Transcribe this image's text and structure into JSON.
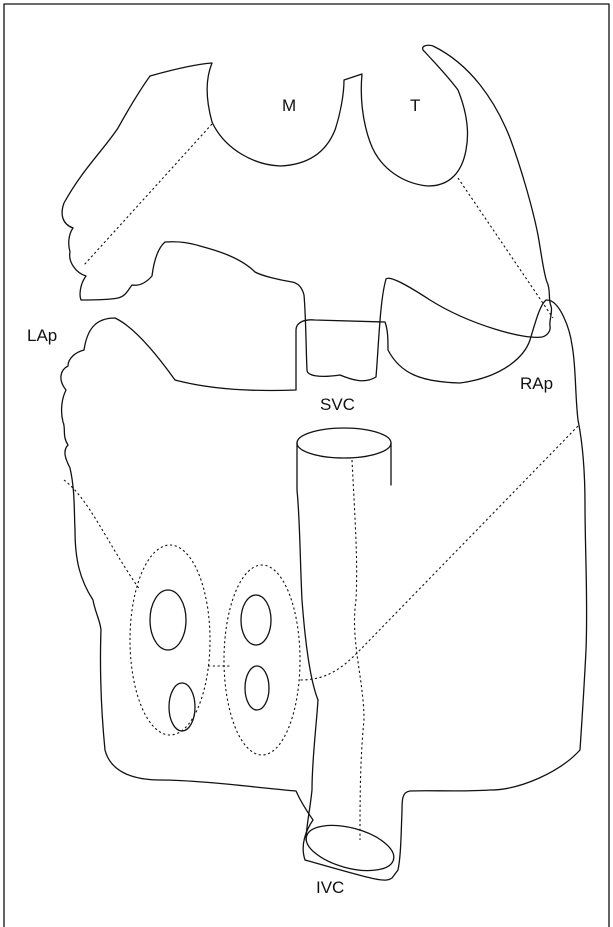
{
  "labels": {
    "mitral": "M",
    "tricuspid": "T",
    "left_appendage": "LAp",
    "right_appendage": "RAp",
    "superior_vena_cava": "SVC",
    "inferior_vena_cava": "IVC"
  }
}
